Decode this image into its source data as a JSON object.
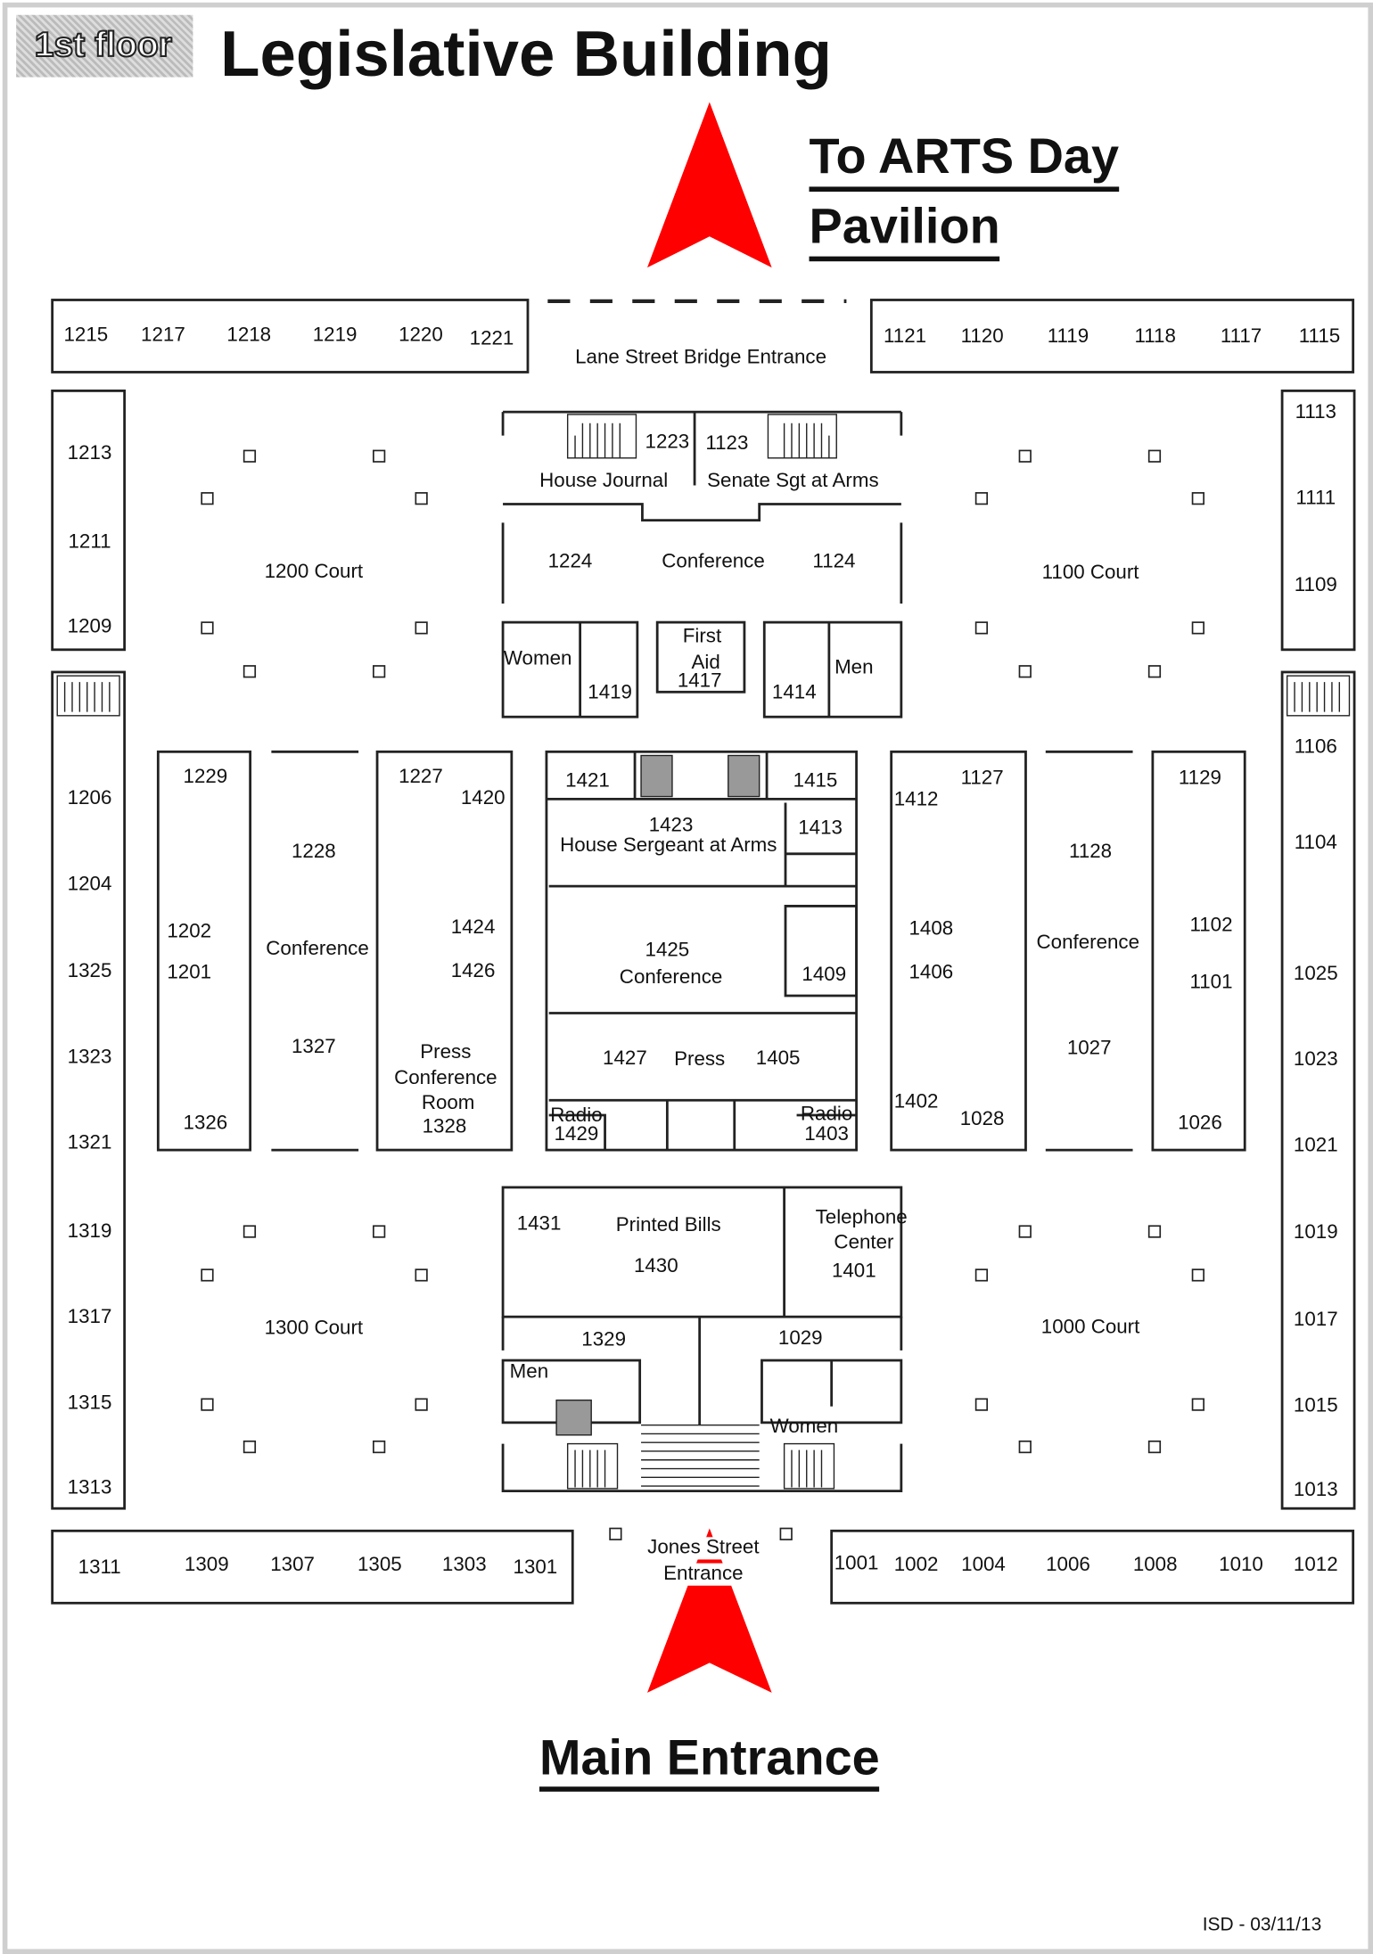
{
  "header": {
    "floor_badge": "1st floor",
    "title": "Legislative Building"
  },
  "top_destination": {
    "line1": "To ARTS Day",
    "line2": "Pavilion"
  },
  "bottom_destination": "Main Entrance",
  "footer": "ISD - 03/11/13",
  "arrow_color": "#ff0000",
  "entrances": {
    "north": "Lane Street Bridge Entrance",
    "south_line1": "Jones Street",
    "south_line2": "Entrance"
  },
  "top_row": [
    "1215",
    "1217",
    "1218",
    "1219",
    "1220",
    "1221",
    "1121",
    "1120",
    "1119",
    "1118",
    "1117",
    "1115"
  ],
  "left_column": [
    "1213",
    "1211",
    "1209",
    "1206",
    "1204",
    "1325",
    "1323",
    "1321",
    "1319",
    "1317",
    "1315",
    "1313"
  ],
  "right_column": [
    "1113",
    "1111",
    "1109",
    "1106",
    "1104",
    "1025",
    "1023",
    "1021",
    "1019",
    "1017",
    "1015",
    "1013"
  ],
  "bottom_row": [
    "1311",
    "1309",
    "1307",
    "1305",
    "1303",
    "1301",
    "1001",
    "1002",
    "1004",
    "1006",
    "1008",
    "1010",
    "1012"
  ],
  "courts": [
    "1200 Court",
    "1100 Court",
    "1300 Court",
    "1000 Court"
  ],
  "center_north": {
    "r1223": "1223",
    "r1123": "1123",
    "house_journal": "House Journal",
    "senate_sgt": "Senate Sgt at Arms",
    "r1224": "1224",
    "conference": "Conference",
    "r1124": "1124",
    "women": "Women",
    "r1419": "1419",
    "first_aid_1": "First",
    "first_aid_2": "Aid",
    "r1417": "1417",
    "r1414": "1414",
    "men": "Men"
  },
  "west_block": {
    "r1229": "1229",
    "r1228": "1228",
    "r1202": "1202",
    "r1201": "1201",
    "conference": "Conference",
    "r1327": "1327",
    "r1326": "1326",
    "r1227": "1227",
    "r1420": "1420",
    "r1424": "1424",
    "r1426": "1426",
    "press_1": "Press",
    "press_2": "Conference",
    "press_3": "Room",
    "r1328": "1328"
  },
  "center_block": {
    "r1421": "1421",
    "r1415": "1415",
    "r1423": "1423",
    "house_sgt": "House Sergeant at Arms",
    "r1413": "1413",
    "r1425": "1425",
    "conference": "Conference",
    "r1409": "1409",
    "r1427": "1427",
    "press": "Press",
    "r1405": "1405",
    "radio_w": "Radio",
    "r1429": "1429",
    "radio_e": "Radio",
    "r1403": "1403"
  },
  "east_block": {
    "r1412": "1412",
    "r1127": "1127",
    "r1408": "1408",
    "r1406": "1406",
    "r1402": "1402",
    "r1028": "1028",
    "r1128": "1128",
    "conference": "Conference",
    "r1027": "1027",
    "r1129": "1129",
    "r1102": "1102",
    "r1101": "1101",
    "r1026": "1026"
  },
  "center_south": {
    "r1431": "1431",
    "printed_bills": "Printed Bills",
    "r1430": "1430",
    "telephone_1": "Telephone",
    "telephone_2": "Center",
    "r1401": "1401",
    "r1329": "1329",
    "r1029": "1029",
    "men": "Men",
    "women": "Women"
  }
}
